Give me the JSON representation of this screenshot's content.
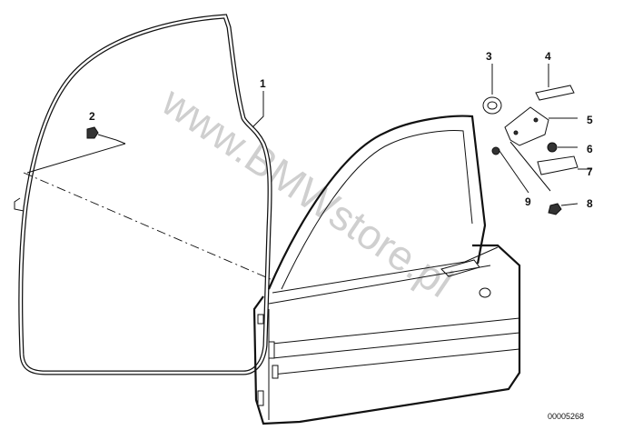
{
  "watermark": "www.BMWstore.pl",
  "reference_number": "00005268",
  "callouts": [
    {
      "id": "1",
      "text": "1"
    },
    {
      "id": "2",
      "text": "2"
    },
    {
      "id": "3",
      "text": "3"
    },
    {
      "id": "4",
      "text": "4"
    },
    {
      "id": "5",
      "text": "5"
    },
    {
      "id": "6",
      "text": "6"
    },
    {
      "id": "7",
      "text": "7"
    },
    {
      "id": "8",
      "text": "8"
    },
    {
      "id": "9",
      "text": "9"
    }
  ]
}
